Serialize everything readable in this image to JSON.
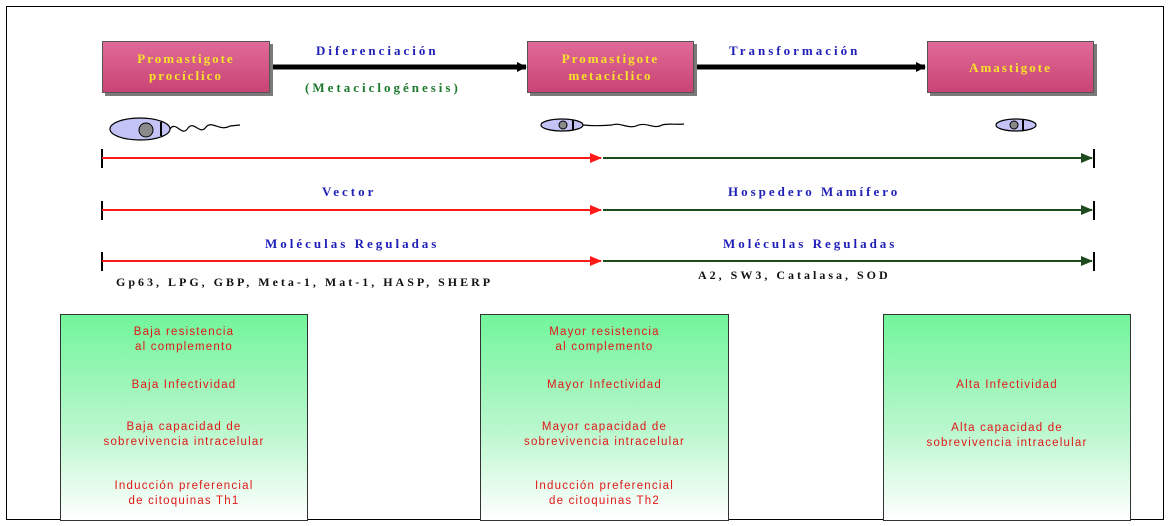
{
  "stages": {
    "s1": [
      "Promastigote",
      "procíclico"
    ],
    "s2": [
      "Promastigote",
      "metacíclico"
    ],
    "s3": [
      "Amastigote"
    ]
  },
  "transitions": {
    "diferenciacion": "Diferenciación",
    "metaciclogenesis": "(Metaciclogénesis)",
    "transformacion": "Transformación"
  },
  "hosts": {
    "vector": "Vector",
    "mamifero": "Hospedero Mamífero"
  },
  "molecules": {
    "left_title": "Moléculas Reguladas",
    "right_title": "Moléculas Reguladas",
    "left_list": "Gp63, LPG, GBP, Meta-1, Mat-1, HASP, SHERP",
    "right_list": "A2, SW3, Catalasa, SOD"
  },
  "panels": {
    "left": [
      "Baja resistencia",
      "al complemento",
      "Baja Infectividad",
      "Baja capacidad de",
      "sobrevivencia intracelular",
      "Inducción preferencial",
      "de citoquinas Th1"
    ],
    "middle": [
      "Mayor resistencia",
      "al complemento",
      "Mayor Infectividad",
      "Mayor capacidad de",
      "sobrevivencia intracelular",
      "Inducción preferencial",
      "de citoquinas Th2"
    ],
    "right": [
      "Alta Infectividad",
      "Alta capacidad de",
      "sobrevivencia intracelular"
    ]
  },
  "colors": {
    "stage_fill": "#d65585",
    "stage_text": "#f8e22c",
    "red_line": "#ff1a1a",
    "green_line": "#1e4a1e",
    "blue_text": "#1f1fb8",
    "green_text": "#1f7a2f",
    "panel_top": "#72f59b",
    "panel_text": "#e01818"
  }
}
